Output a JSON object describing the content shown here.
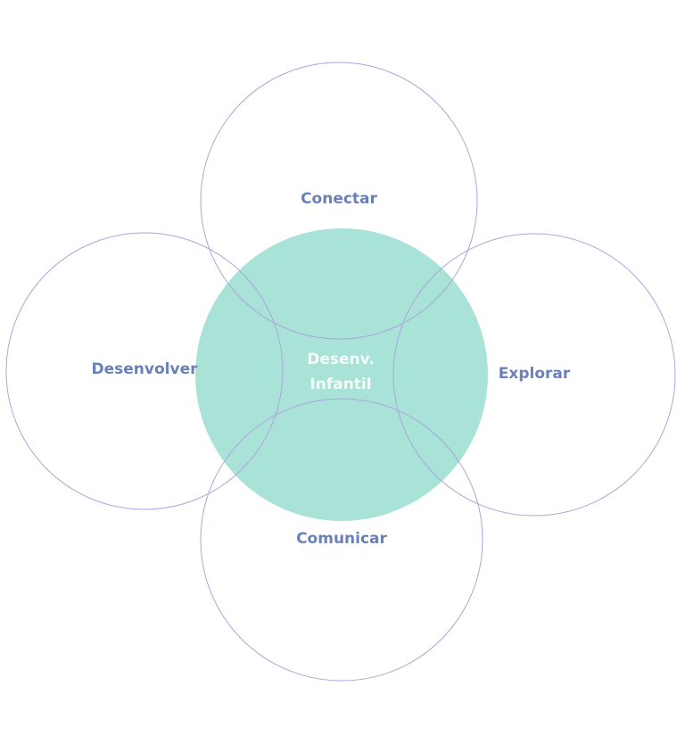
{
  "colors": {
    "center_fill": "#a9e2d6",
    "circle_stroke": "#aba6dc",
    "label": "#6a80b8",
    "center_label": "#f4fbf9"
  },
  "center": {
    "line1": "Desenv.",
    "line2": "Infantil"
  },
  "petals": {
    "top": "Conectar",
    "left": "Desenvolver",
    "right": "Explorar",
    "bottom": "Comunicar"
  }
}
